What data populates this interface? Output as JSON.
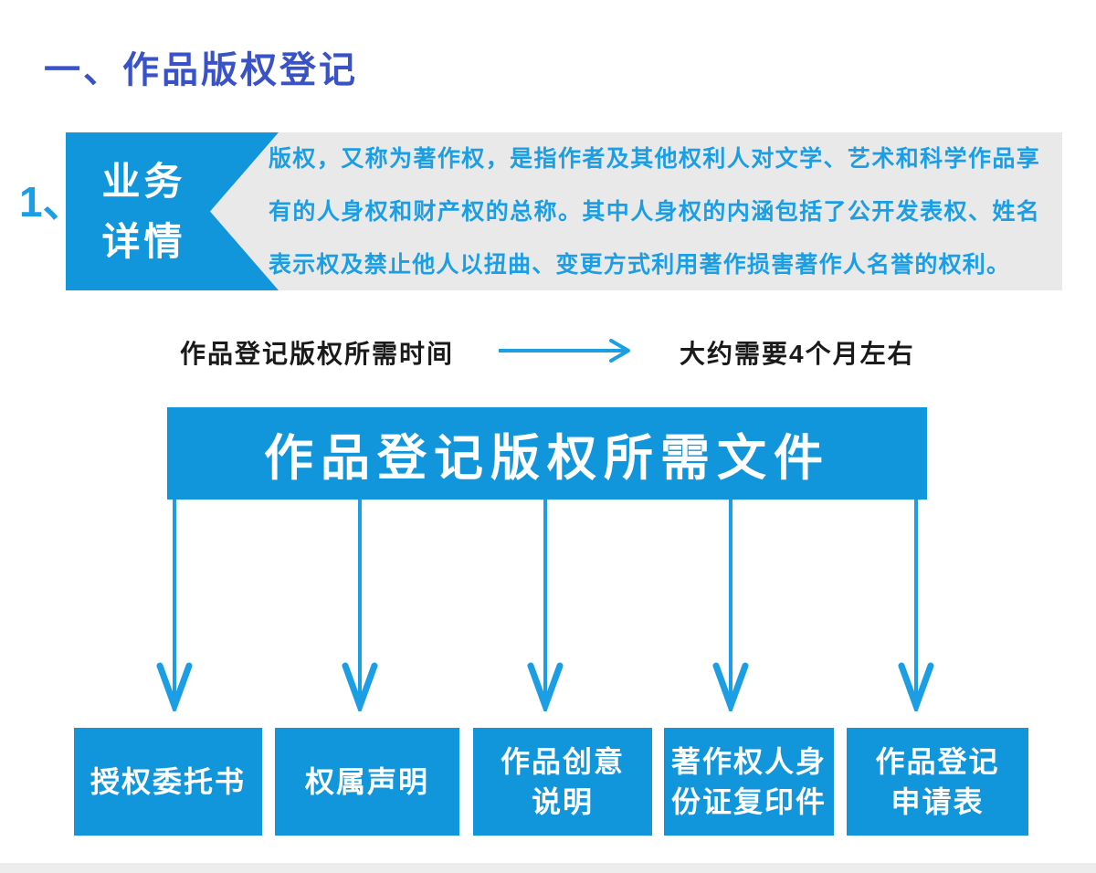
{
  "colors": {
    "primary_blue": "#1296db",
    "accent_blue": "#1b9ee4",
    "title_navy": "#3a52c8",
    "panel_gray": "#e9e9e9",
    "text_black": "#1a1a1a",
    "footer_strip": "#ededed"
  },
  "page": {
    "title": "一、作品版权登记"
  },
  "section_business": {
    "number": "1、",
    "badge": {
      "label": "业务详情",
      "lines": [
        "业务",
        "详情"
      ]
    },
    "description": "版权，又称为著作权，是指作者及其他权利人对文学、艺术和科学作品享有的人身权和财产权的总称。其中人身权的内涵包括了公开发表权、姓名表示权及禁止他人以扭曲、变更方式利用著作损害著作人名誉的权利。"
  },
  "timeline": {
    "label": "作品登记版权所需时间",
    "arrow_icon": "right-arrow-icon",
    "value": "大约需要4个月左右"
  },
  "documents_section": {
    "banner": "作品登记版权所需文件",
    "connector_icon": "down-arrow-icon",
    "items": [
      {
        "label": "授权委托书",
        "lines": [
          "授权委托书"
        ]
      },
      {
        "label": "权属声明",
        "lines": [
          "权属声明"
        ]
      },
      {
        "label": "作品创意说明",
        "lines": [
          "作品创意",
          "说明"
        ]
      },
      {
        "label": "著作权人身份证复印件",
        "lines": [
          "著作权人身",
          "份证复印件"
        ]
      },
      {
        "label": "作品登记申请表",
        "lines": [
          "作品登记",
          "申请表"
        ]
      }
    ]
  }
}
